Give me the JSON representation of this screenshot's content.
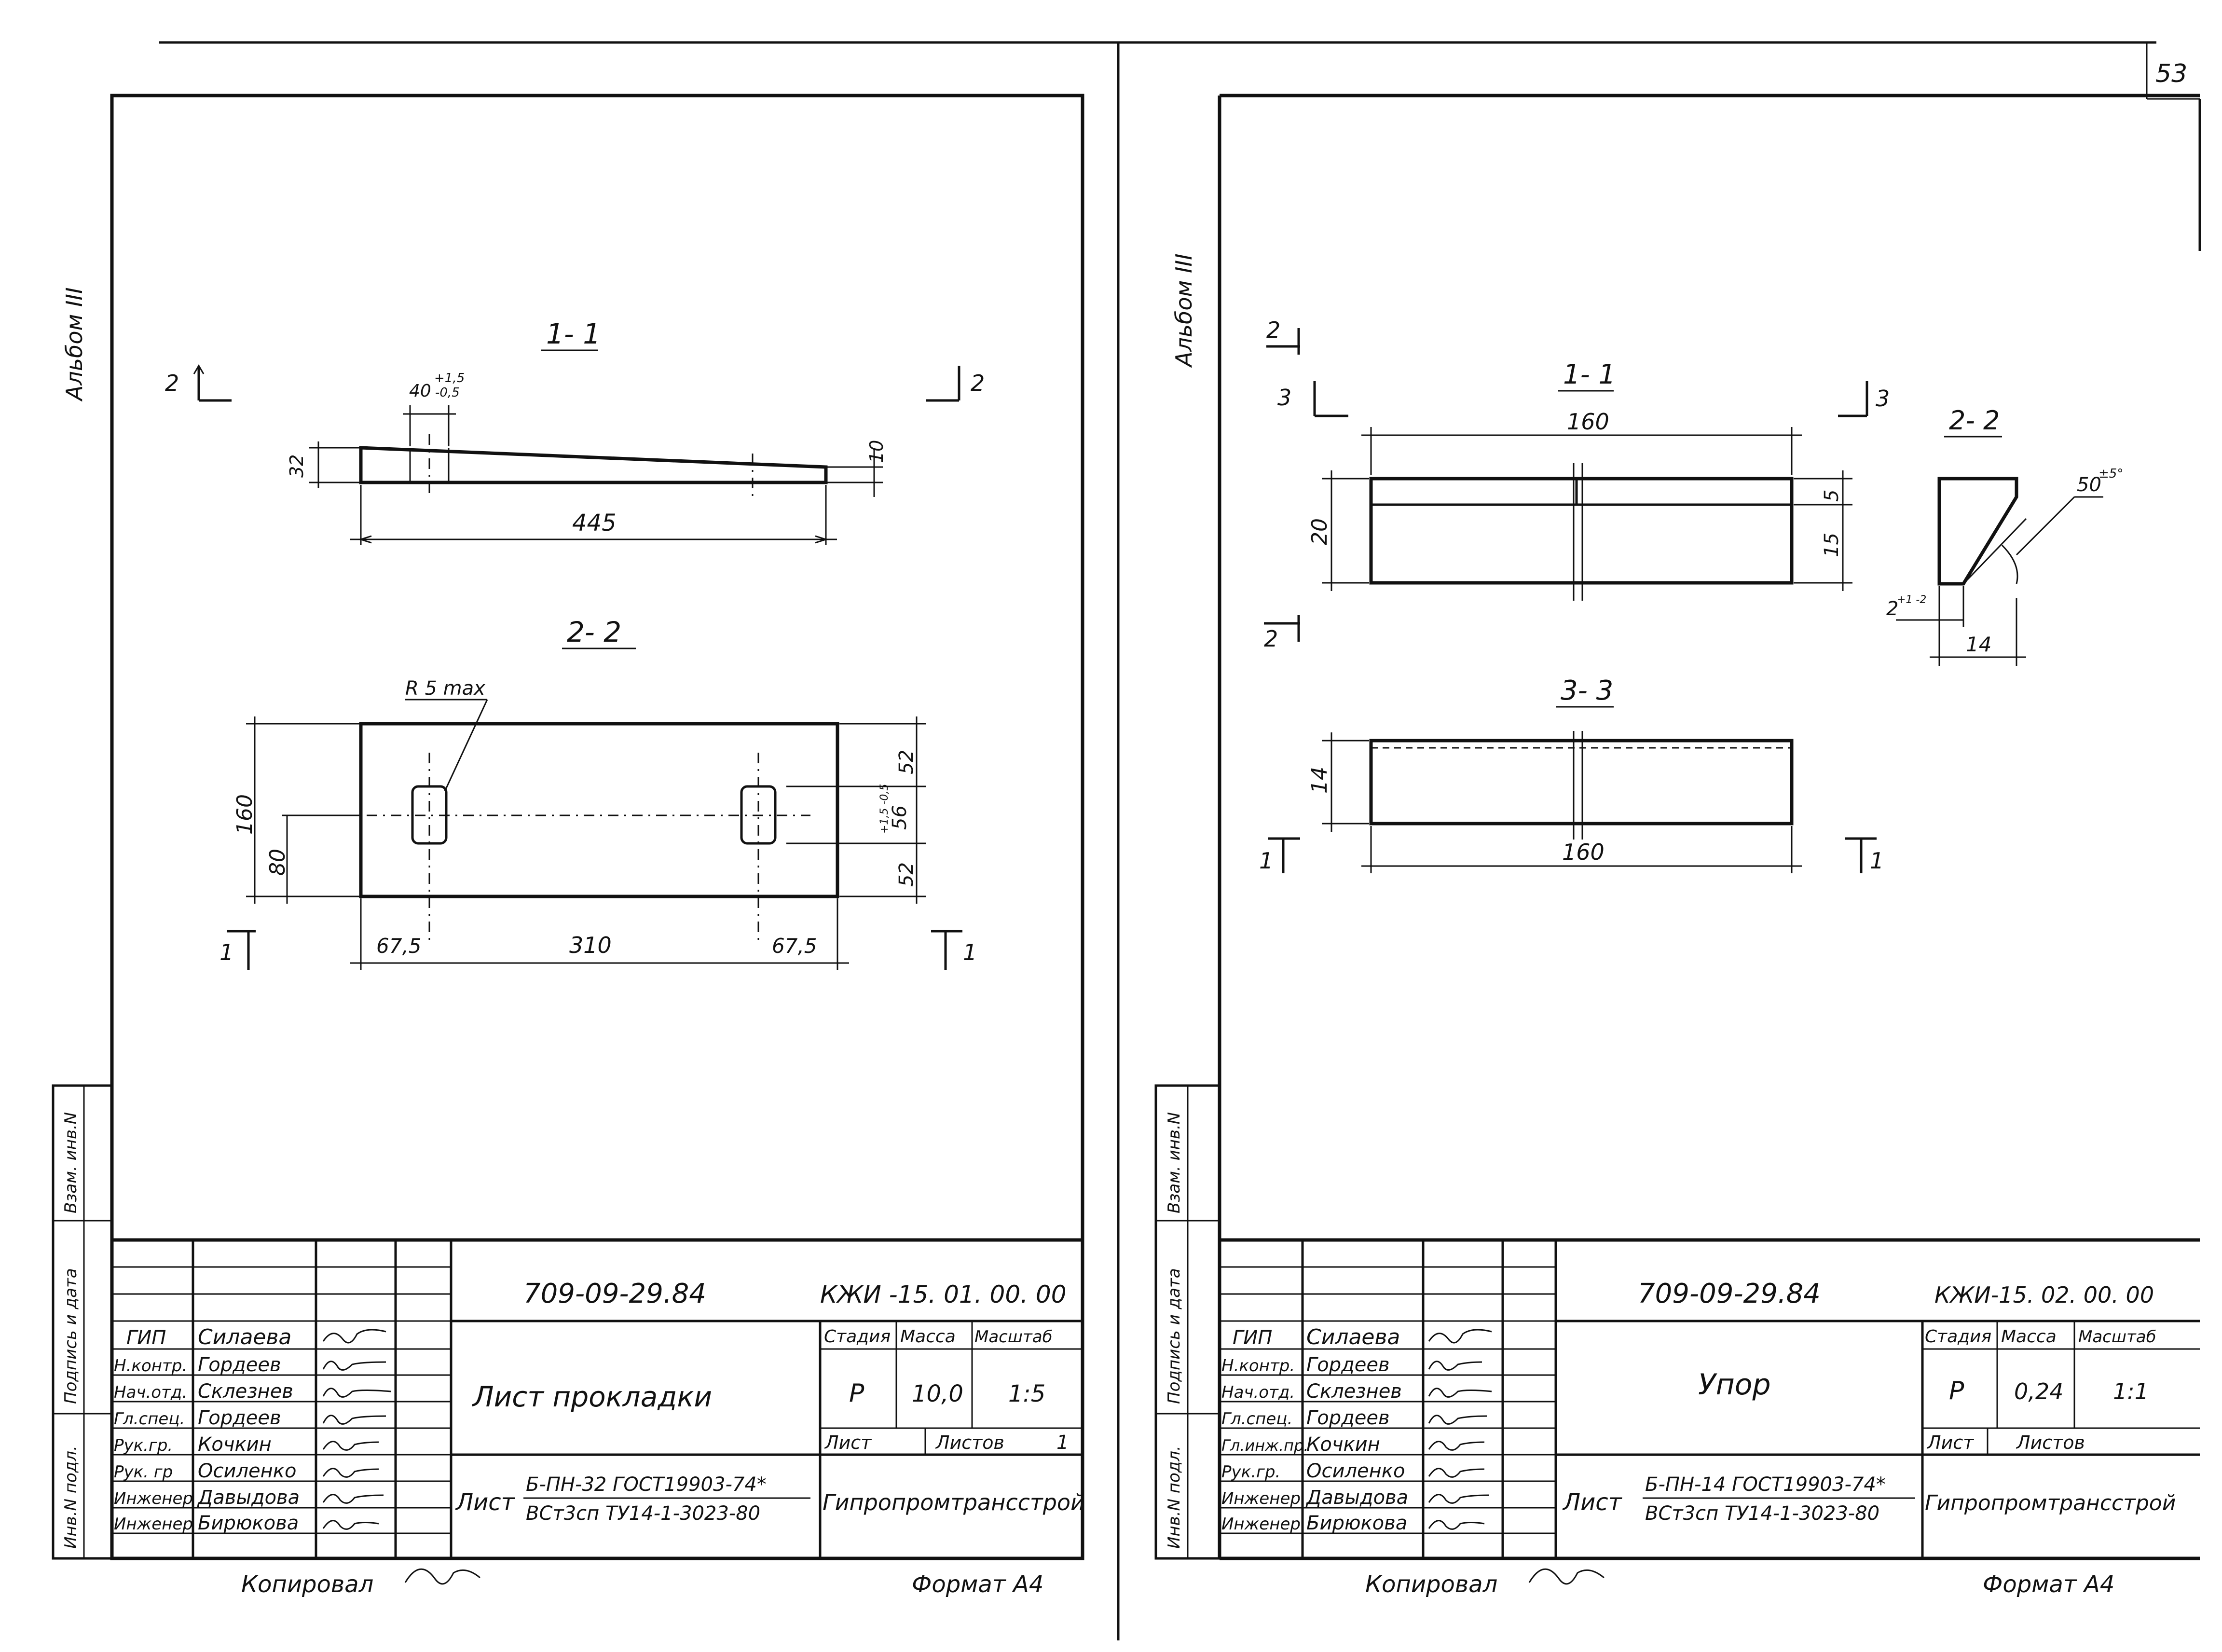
{
  "page_number": "53",
  "left": {
    "album": "Альбом III",
    "section_1_1": "1- 1",
    "section_2_2": "2- 2",
    "cut_2": "2",
    "cut_1": "1",
    "dim_top_slot": "40",
    "dim_top_tol_plus": "+1,5",
    "dim_top_tol_minus": "-0,5",
    "dim_thick_left": "32",
    "dim_thick_right": "10",
    "dim_length": "445",
    "radius_label": "R 5 max",
    "dim_width": "160",
    "dim_half": "80",
    "dim_side_52_top": "52",
    "dim_slot_56": "56",
    "dim_slot_tol": "+1,5 -0,5",
    "dim_side_52_bottom": "52",
    "dim_edge_left": "67,5",
    "dim_between": "310",
    "dim_edge_right": "67,5",
    "side_labels": {
      "a": "Взам. инв.N",
      "b": "Подпись и дата",
      "c": "Инв.N подл."
    },
    "stamp": {
      "series": "709-09-29.84",
      "doc_code": "КЖИ -15. 01. 00. 00",
      "title": "Лист   прокладки",
      "stage_h": "Стадия",
      "mass_h": "Масса",
      "scale_h": "Масштаб",
      "stage": "Р",
      "mass": "10,0",
      "scale": "1:5",
      "sheet_h": "Лист",
      "sheets_h": "Листов",
      "sheets": "1",
      "material_prefix": "Лист",
      "material_line1": "Б-ПН-32  ГОСТ19903-74*",
      "material_line2": "ВСт3сп ТУ14-1-3023-80",
      "org": "Гипропромтрансстрой",
      "roles": [
        "ГИП",
        "Н.контр.",
        "Нач.отд.",
        "Гл.спец.",
        "Рук.гр.",
        "Рук. гр",
        "Инженер",
        "Инженер"
      ],
      "names": [
        "Силаева",
        "Гордеев",
        "Склезнев",
        "Гордеев",
        "Кочкин",
        "Осиленко",
        "Давыдова",
        "Бирюкова"
      ]
    },
    "copied": "Копировал",
    "format": "Формат А4"
  },
  "right": {
    "album": "Альбом III",
    "section_1_1": "1- 1",
    "section_2_2": "2- 2",
    "section_3_3": "3- 3",
    "cut_2": "2",
    "cut_3": "3",
    "cut_1": "1",
    "dim_len_top": "160",
    "dim_height": "20",
    "dim_5": "5",
    "dim_15": "15",
    "dim_angle": "50",
    "dim_angle_tol": "±5°",
    "dim_2": "2",
    "dim_2_tol": "+1 -2",
    "dim_14_w": "14",
    "dim_14_h": "14",
    "dim_len_bottom": "160",
    "side_labels": {
      "a": "Взам. инв.N",
      "b": "Подпись и дата",
      "c": "Инв.N подл."
    },
    "stamp": {
      "series": "709-09-29.84",
      "doc_code": "КЖИ-15. 02. 00. 00",
      "title": "Упор",
      "stage_h": "Стадия",
      "mass_h": "Масса",
      "scale_h": "Масштаб",
      "stage": "Р",
      "mass": "0,24",
      "scale": "1:1",
      "sheet_h": "Лист",
      "sheets_h": "Листов",
      "material_prefix": "Лист",
      "material_line1": "Б-ПН-14 ГОСТ19903-74*",
      "material_line2": "ВСт3сп ТУ14-1-3023-80",
      "org": "Гипропромтрансстрой",
      "roles": [
        "ГИП",
        "Н.контр.",
        "Нач.отд.",
        "Гл.спец.",
        "Гл.инж.пр.",
        "Рук.гр.",
        "Инженер",
        "Инженер"
      ],
      "names": [
        "Силаева",
        "Гордеев",
        "Склезнев",
        "Гордеев",
        "Кочкин",
        "Осиленко",
        "Давыдова",
        "Бирюкова"
      ]
    },
    "copied": "Копировал",
    "format": "Формат А4"
  }
}
